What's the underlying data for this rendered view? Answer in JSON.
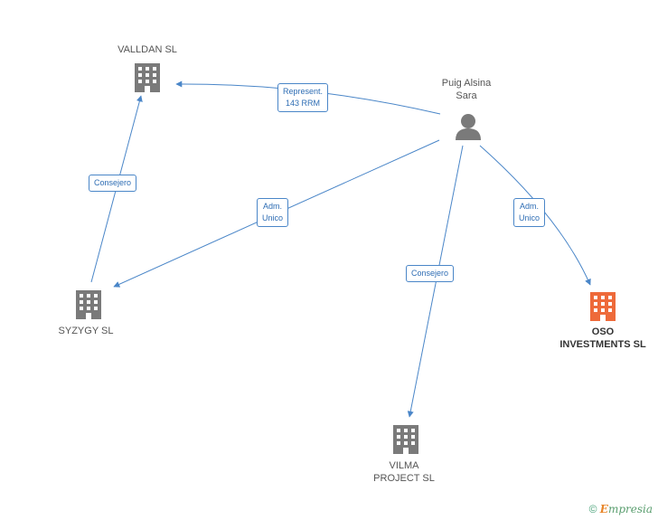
{
  "nodes": {
    "valldan": {
      "label": "VALLDAN SL",
      "type": "company",
      "color": "#7a7a7a"
    },
    "person": {
      "label_line1": "Puig Alsina",
      "label_line2": "Sara",
      "type": "person",
      "color": "#7a7a7a"
    },
    "syzygy": {
      "label": "SYZYGY SL",
      "type": "company",
      "color": "#7a7a7a"
    },
    "oso": {
      "label_line1": "OSO",
      "label_line2": "INVESTMENTS SL",
      "type": "company",
      "color": "#ee6a3a"
    },
    "vilma": {
      "label_line1": "VILMA",
      "label_line2": "PROJECT SL",
      "type": "company",
      "color": "#7a7a7a"
    }
  },
  "edges": {
    "person_valldan": {
      "line1": "Represent.",
      "line2": "143 RRM"
    },
    "syzygy_valldan": {
      "line1": "Consejero"
    },
    "person_syzygy": {
      "line1": "Adm.",
      "line2": "Unico"
    },
    "person_oso": {
      "line1": "Adm.",
      "line2": "Unico"
    },
    "person_vilma": {
      "line1": "Consejero"
    }
  },
  "colors": {
    "edge": "#4a86c8"
  },
  "footer": {
    "copyright": "©",
    "brand_initial": "E",
    "brand_rest": "mpresia"
  }
}
